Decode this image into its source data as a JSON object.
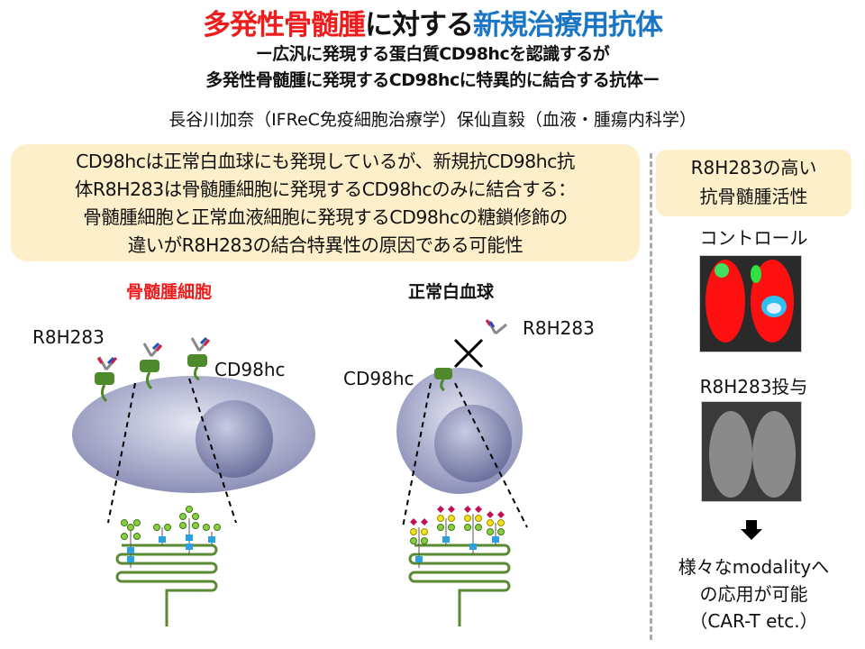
{
  "title": {
    "part1": "多発性骨髄腫",
    "part2": "に対する",
    "part3": "新規治療用抗体"
  },
  "subtitle": {
    "line1": "ー広汎に発現する蛋白質CD98hcを認識するが",
    "line2": "多発性骨髄腫に発現するCD98hcに特異的に結合する抗体ー"
  },
  "authors": "長谷川加奈（IFReC免疫細胞治療学）保仙直毅（血液・腫瘍内科学）",
  "note": {
    "lines": [
      "CD98hcは正常白血球にも発現しているが、新規抗CD98hc抗",
      "体R8H283は骨髄腫細胞に発現するCD98hcのみに結合する：",
      "骨髄腫細胞と正常血液細胞に発現するCD98hcの糖鎖修飾の",
      "違いがR8H283の結合特異性の原因である可能性"
    ]
  },
  "diagram": {
    "myeloma": {
      "heading": "骨髄腫細胞",
      "antibody": "R8H283",
      "protein": "CD98hc"
    },
    "normal": {
      "heading": "正常白血球",
      "antibody": "R8H283",
      "protein": "CD98hc"
    }
  },
  "right": {
    "box": [
      "R8H283の高い",
      "抗骨髄腫活性"
    ],
    "control": "コントロール",
    "treated": "R8H283投与",
    "conclusion": [
      "様々なmodalityへ",
      "の応用が可能",
      "（CAR-T etc.）"
    ]
  },
  "colors": {
    "red": "#ee1c1c",
    "blue": "#1a75c4",
    "note_bg": "#fdefc9",
    "membrane": "#5a8a32"
  }
}
